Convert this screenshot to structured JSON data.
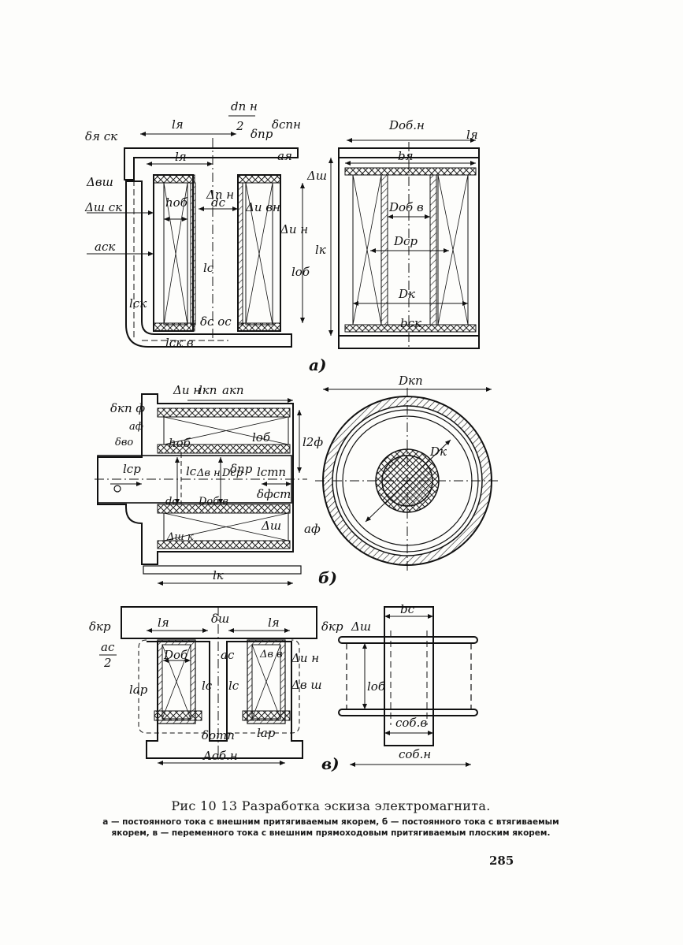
{
  "labels": {
    "a": {
      "dpn_num": "dп н",
      "dpn_den": "2",
      "delta_ya_sk": "δя ск",
      "l_ya_top": "lя",
      "delta_pr": "δпр",
      "delta_spn": "δспн",
      "l_ya_inner": "lя",
      "a_ya": "aя",
      "delta_vsh": "Δвш",
      "delta_pn": "Δп н",
      "delta_sh_right": "Δш",
      "h_ob": "hоб",
      "d_s": "dс",
      "delta_ivn": "Δи вн",
      "delta_sh_sk": "Δш ск",
      "delta_in": "Δи н",
      "a_sk": "aск",
      "l_s": "lс",
      "l_ob": "lоб",
      "l_sk": "lск",
      "delta_s_os": "δс ос",
      "l_sk_v": "lск в",
      "D_ob_n": "Dоб.н",
      "l_ya_r": "lя",
      "b_ya": "bя",
      "D_ob_v": "Dоб в",
      "l_k": "lк",
      "D_sr": "Dср",
      "D_k": "Dк",
      "b_sk": "bск",
      "mark": "a)"
    },
    "b": {
      "delta_in": "Δи н",
      "l_kp": "lкп",
      "a_kp": "aкп",
      "delta_kp_f": "δкп ф",
      "a_f_top": "aф",
      "delta_vo": "δво",
      "h_ob": "hоб",
      "l_ob": "lоб",
      "l_2f": "l2ф",
      "l_sr": "lср",
      "l_s": "lс",
      "d_s": "dс",
      "delta_vn": "Δв н",
      "D_ob_v": "Dоб в",
      "D_sr": "Dср",
      "delta_pr": "δпр",
      "l_stp": "lстп",
      "delta_f_st": "δфст",
      "delta_sh_k": "Δш к",
      "delta_sh": "Δш",
      "a_f": "aф",
      "l_k": "lк",
      "D_kp": "Dкп",
      "D_k": "Dк",
      "mark": "б)"
    },
    "c": {
      "delta_kr_l": "δкр",
      "l_ya_l": "lя",
      "delta_sh_top": "δш",
      "l_ya_r": "lя",
      "delta_kr_r": "δкр",
      "delta_sh_v": "Δш",
      "a_s_num": "aс",
      "a_s_den": "2",
      "D_ob": "Dоб",
      "a_s": "aс",
      "delta_vv": "Δв в",
      "delta_in": "Δи н",
      "l_ar_l": "lар",
      "l_s_l": "lс",
      "l_s_r": "lс",
      "delta_vsh": "Δв ш",
      "l_ob": "lоб",
      "delta_otp": "δотп",
      "l_ar_r": "lар",
      "A_ob_n": "Aоб.н",
      "b_s": "bс",
      "c_ob_v": "cоб.в",
      "c_ob_n": "cоб.н",
      "mark": "в)"
    }
  },
  "caption": {
    "title": "Рис 10 13 Разработка эскиза электромагнита.",
    "body": "а — постоянного тока с внешним притягиваемым якорем, б — постоянного тока с втягиваемым якорем, в — переменного тока с внешним прямоходовым притягиваемым плоским якорем."
  },
  "page_number": "285"
}
